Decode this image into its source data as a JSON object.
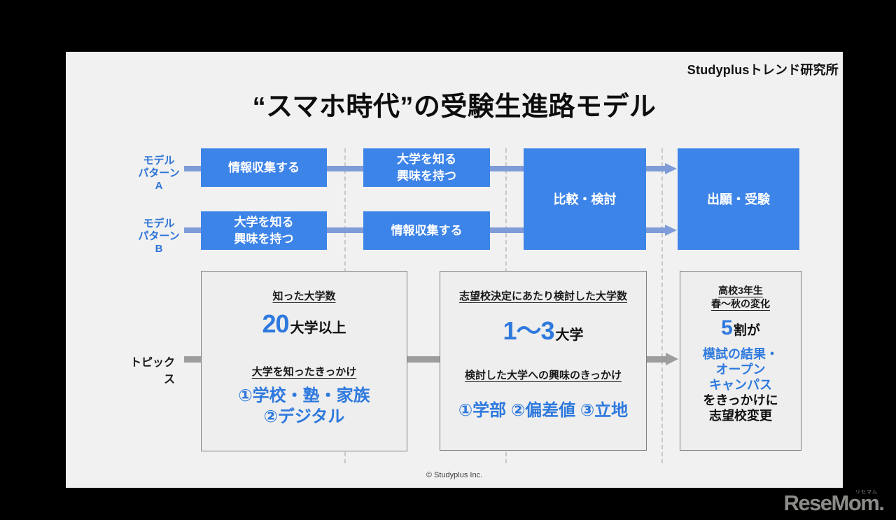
{
  "header": {
    "brand": "Studyplusトレンド研究所"
  },
  "title": "“スマホ時代”の受験生進路モデル",
  "flow": {
    "pattern_a": {
      "label_line1": "モデル",
      "label_line2": "パターンA",
      "step1": "情報収集する",
      "step2_line1": "大学を知る",
      "step2_line2": "興味を持つ"
    },
    "pattern_b": {
      "label_line1": "モデル",
      "label_line2": "パターンB",
      "step1_line1": "大学を知る",
      "step1_line2": "興味を持つ",
      "step2": "情報収集する"
    },
    "compare": "比較・検討",
    "apply": "出願・受験"
  },
  "topics": {
    "label": "トピックス",
    "card1": {
      "heading1": "知った大学数",
      "stat_number": "20",
      "stat_suffix": "大学以上",
      "heading2": "大学を知ったきっかけ",
      "rank_line1": "①学校・塾・家族",
      "rank_line2": "②デジタル"
    },
    "card2": {
      "heading1": "志望校決定にあたり検討した大学数",
      "stat_number": "1〜3",
      "stat_suffix": "大学",
      "heading2": "検討した大学への興味のきっかけ",
      "rank_line1": "①学部 ②偏差値 ③立地"
    },
    "card3": {
      "heading_line1": "高校3年生",
      "heading_line2": "春〜秋の変化",
      "stat_number": "5",
      "stat_suffix": "割が",
      "highlight_line1": "模試の結果・",
      "highlight_line2": "オープン",
      "highlight_line3": "キャンパス",
      "tail_line1": "をきっかけに",
      "tail_line2": "志望校変更"
    }
  },
  "footer": {
    "copyright": "© Studyplus Inc."
  },
  "logo": {
    "text": "ReseMom",
    "dot": ".",
    "ruby": "リセマム"
  },
  "colors": {
    "box_blue": "#3d84e8",
    "text_blue": "#2e79de",
    "arrow_blue": "#7f9cd9",
    "arrow_gray": "#9d9d9d",
    "panel_bg": "#f1f1f1",
    "card_bg": "#eeeeee",
    "outer_bg": "#000000"
  }
}
